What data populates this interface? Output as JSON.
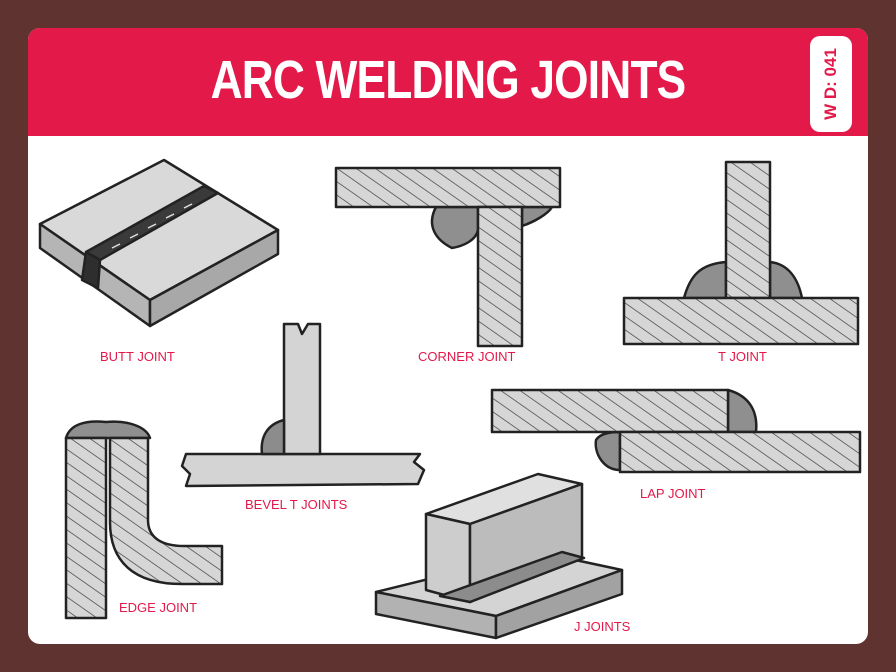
{
  "title": "ARC WELDING JOINTS",
  "code": "W D: 041",
  "colors": {
    "background": "#5e3330",
    "banner": "#e3194a",
    "label": "#e3194a",
    "metal": "#d4d4d4",
    "weld": "#8c8c8c"
  },
  "joints": [
    {
      "id": "butt",
      "label": "BUTT JOINT"
    },
    {
      "id": "corner",
      "label": "CORNER JOINT"
    },
    {
      "id": "t",
      "label": "T JOINT"
    },
    {
      "id": "bevel-t",
      "label": "BEVEL T JOINTS"
    },
    {
      "id": "lap",
      "label": "LAP JOINT"
    },
    {
      "id": "edge",
      "label": "EDGE JOINT"
    },
    {
      "id": "j",
      "label": "J JOINTS"
    }
  ]
}
